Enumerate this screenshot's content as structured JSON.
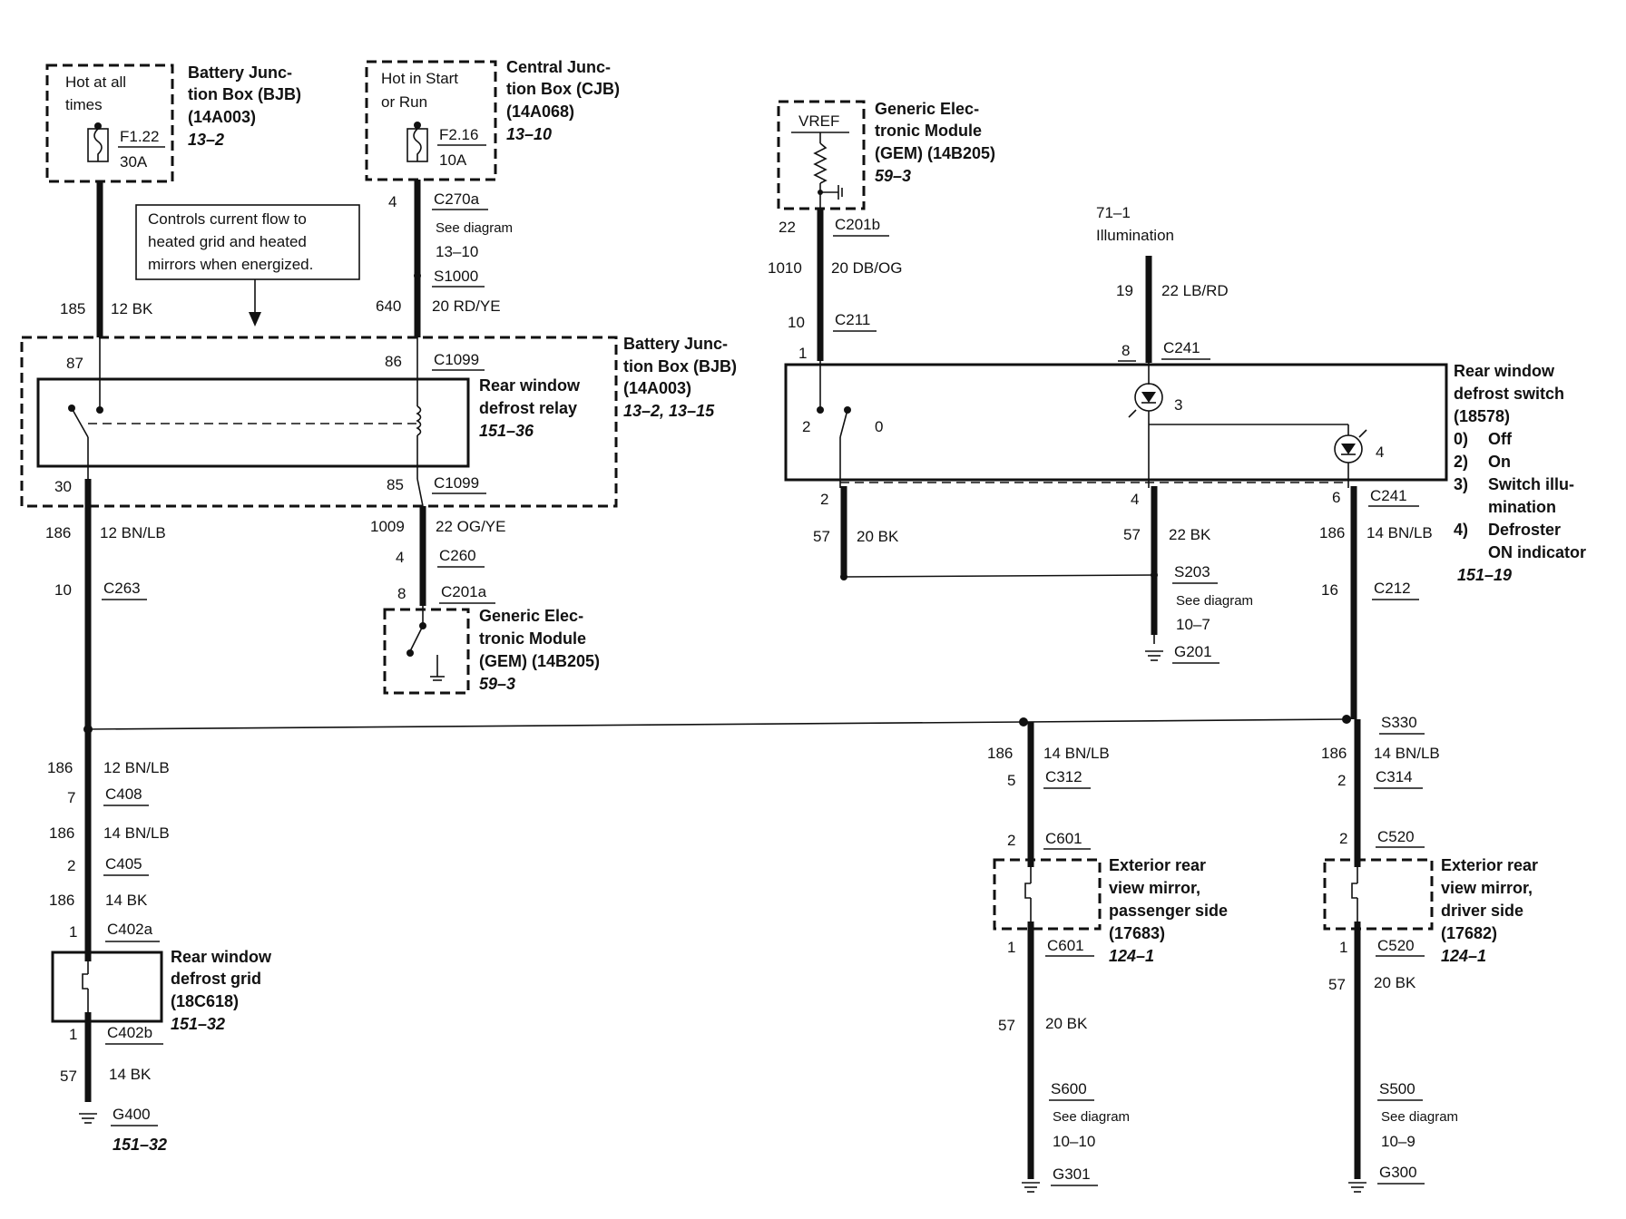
{
  "fuse1": {
    "hot": [
      "Hot at all",
      "times"
    ],
    "id": "F1.22",
    "amp": "30A",
    "title": [
      "Battery Junc-",
      "tion Box (BJB)",
      "(14A003)"
    ],
    "ref": "13–2"
  },
  "fuse2": {
    "hot": [
      "Hot in Start",
      "or Run"
    ],
    "id": "F2.16",
    "amp": "10A",
    "title": [
      "Central Junc-",
      "tion Box (CJB)",
      "(14A068)"
    ],
    "ref": "13–10"
  },
  "note": [
    "Controls current flow to",
    "heated grid and heated",
    "mirrors when energized."
  ],
  "col1": {
    "w1_ckt": "185",
    "w1_wire": "12 BK",
    "pin87": "87",
    "pin30": "30",
    "w2_ckt": "186",
    "w2_wire": "12 BN/LB",
    "c263_pin": "10",
    "c263": "C263",
    "w3_ckt": "186",
    "w3_wire": "12 BN/LB",
    "c408_pin": "7",
    "c408": "C408",
    "w4_ckt": "186",
    "w4_wire": "14 BN/LB",
    "c405_pin": "2",
    "c405": "C405",
    "w5_ckt": "186",
    "w5_wire": "14 BK",
    "c402a_pin": "1",
    "c402a": "C402a",
    "grid_title": [
      "Rear window",
      "defrost grid",
      "(18C618)"
    ],
    "grid_ref": "151–32",
    "c402b_pin": "1",
    "c402b": "C402b",
    "w6_ckt": "57",
    "w6_wire": "14 BK",
    "g400": "G400",
    "g400_ref": "151–32"
  },
  "col2": {
    "c270a_pin": "4",
    "c270a": "C270a",
    "see": "See diagram",
    "see_ref": "13–10",
    "s1000": "S1000",
    "w1_ckt": "640",
    "w1_wire": "20 RD/YE",
    "pin86": "86",
    "c1099_top": "C1099",
    "pin85": "85",
    "c1099_bot": "C1099",
    "w2_ckt": "1009",
    "w2_wire": "22 OG/YE",
    "c260_pin": "4",
    "c260": "C260",
    "c201a_pin": "8",
    "c201a": "C201a",
    "gem_title": [
      "Generic Elec-",
      "tronic Module",
      "(GEM) (14B205)"
    ],
    "gem_ref": "59–3"
  },
  "relay": {
    "title": [
      "Rear window",
      "defrost relay"
    ],
    "ref": "151–36",
    "bjb_title": [
      "Battery Junc-",
      "tion Box (BJB)",
      "(14A003)"
    ],
    "bjb_ref": "13–2, 13–15"
  },
  "gem_top": {
    "vref": "VREF",
    "title": [
      "Generic Elec-",
      "tronic Module",
      "(GEM) (14B205)"
    ],
    "ref": "59–3",
    "pin22": "22",
    "c201b": "C201b",
    "w_ckt": "1010",
    "w_wire": "20 DB/OG",
    "c211_pin": "10",
    "c211": "C211",
    "sw_pin1": "1"
  },
  "illum": {
    "ref": "71–1",
    "label": "Illumination",
    "w_ckt": "19",
    "w_wire": "22 LB/RD",
    "pin8": "8",
    "c241": "C241",
    "lamp3": "3"
  },
  "switch": {
    "pos2": "2",
    "pos0": "0",
    "lamp4": "4",
    "title": [
      "Rear window",
      "defrost switch",
      "(18578)"
    ],
    "legend": [
      [
        "0)",
        "Off"
      ],
      [
        "2)",
        "On"
      ],
      [
        "3)",
        "Switch illu-"
      ],
      [
        "",
        "mination"
      ],
      [
        "4)",
        "Defroster"
      ],
      [
        "",
        "ON indicator"
      ]
    ],
    "ref": "151–19",
    "bot_pin2": "2",
    "bot_pin4": "4",
    "bot_pin6": "6",
    "c241_bot": "C241"
  },
  "ground201": {
    "w1_ckt": "57",
    "w1_wire": "20 BK",
    "w2_ckt": "57",
    "w2_wire": "22 BK",
    "s203": "S203",
    "see": "See diagram",
    "see_ref": "10–7",
    "g201": "G201"
  },
  "col5": {
    "w1_ckt": "186",
    "w1_wire": "14 BN/LB",
    "c212_pin": "16",
    "c212": "C212",
    "s330": "S330",
    "w2_ckt": "186",
    "w2_wire": "14 BN/LB",
    "c314_pin": "2",
    "c314": "C314",
    "c520_pin": "2",
    "c520": "C520",
    "mirror": [
      "Exterior rear",
      "view mirror,",
      "driver side",
      "(17682)"
    ],
    "mirror_ref": "124–1",
    "c520b_pin": "1",
    "c520b": "C520",
    "w3_ckt": "57",
    "w3_wire": "20 BK",
    "s500": "S500",
    "see": "See diagram",
    "see_ref": "10–9",
    "g300": "G300"
  },
  "col4": {
    "w1_ckt": "186",
    "w1_wire": "14 BN/LB",
    "c312_pin": "5",
    "c312": "C312",
    "c601_pin": "2",
    "c601": "C601",
    "mirror": [
      "Exterior rear",
      "view mirror,",
      "passenger side",
      "(17683)"
    ],
    "mirror_ref": "124–1",
    "c601b_pin": "1",
    "c601b": "C601",
    "w2_ckt": "57",
    "w2_wire": "20 BK",
    "s600": "S600",
    "see": "See diagram",
    "see_ref": "10–10",
    "g301": "G301"
  }
}
